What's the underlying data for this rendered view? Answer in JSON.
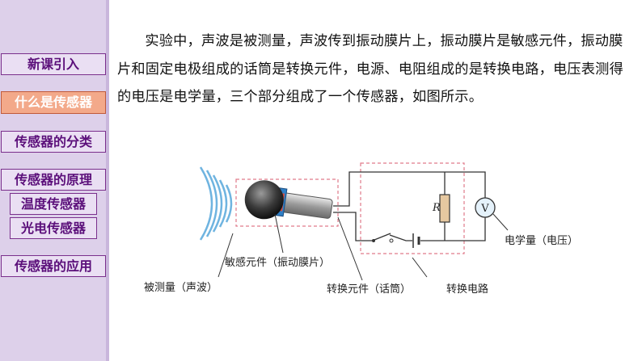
{
  "sidebar": {
    "items": [
      {
        "label": "新课引入"
      },
      {
        "label": "什么是传感器"
      },
      {
        "label": "传感器的分类"
      },
      {
        "label": "传感器的原理"
      },
      {
        "label": "温度传感器"
      },
      {
        "label": "光电传感器"
      },
      {
        "label": "传感器的应用"
      }
    ]
  },
  "main": {
    "paragraph": "实验中，声波是被测量，声波传到振动膜片上，振动膜片是敏感元件，振动膜片和固定电极组成的话筒是转换元件，电源、电阻组成的是转换电路，电压表测得的电压是电学量，三个部分组成了一个传感器，如图所示。"
  },
  "diagram": {
    "resistor_label": "R",
    "voltmeter_label": "V",
    "label_sensitive_element": "敏感元件（振动膜片）",
    "label_measured": "被测量（声波）",
    "label_conversion_element": "转换元件（话筒）",
    "label_conversion_circuit": "转换电路",
    "label_electrical_quantity": "电学量（电压）"
  },
  "colors": {
    "sidebar_bg": "#ddd0ea",
    "nav_border": "#7a2f8c",
    "nav_text": "#5b0f7a",
    "active_bg": "#f3a98a",
    "dashed_box": "#e07a8a",
    "sound_waves": "#6fb4e0"
  },
  "icons": [
    "microphone-icon",
    "sound-wave-icon",
    "voltmeter-icon",
    "resistor-icon",
    "battery-icon",
    "switch-icon"
  ]
}
